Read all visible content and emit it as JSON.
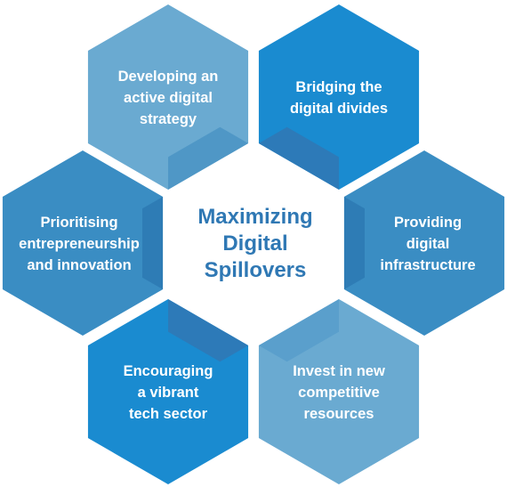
{
  "center": {
    "lines": [
      "Maximizing",
      "Digital",
      "Spillovers"
    ],
    "color": "#2f78b4"
  },
  "hexes": [
    {
      "id": "developing-strategy",
      "lines": [
        "Developing an",
        "active digital",
        "strategy"
      ],
      "fill": "#6aaad1",
      "fold": "#4f97c6"
    },
    {
      "id": "bridging-divides",
      "lines": [
        "Bridging the",
        "digital divides"
      ],
      "fill": "#1a8bd0",
      "fold": "#2d7ab8"
    },
    {
      "id": "providing-infrastructure",
      "lines": [
        "Providing",
        "digital",
        "infrastructure"
      ],
      "fill": "#3a8dc3",
      "fold": "#2e7cb5"
    },
    {
      "id": "invest-resources",
      "lines": [
        "Invest in new",
        "competitive",
        "resources"
      ],
      "fill": "#6aaad1",
      "fold": "#5a9fcc"
    },
    {
      "id": "encouraging-tech",
      "lines": [
        "Encouraging",
        "a vibrant",
        "tech sector"
      ],
      "fill": "#1a8bd0",
      "fold": "#2d7ab8"
    },
    {
      "id": "prioritising-innovation",
      "lines": [
        "Prioritising",
        "entrepreneurship",
        "and innovation"
      ],
      "fill": "#3a8dc3",
      "fold": "#2e7cb5"
    }
  ]
}
